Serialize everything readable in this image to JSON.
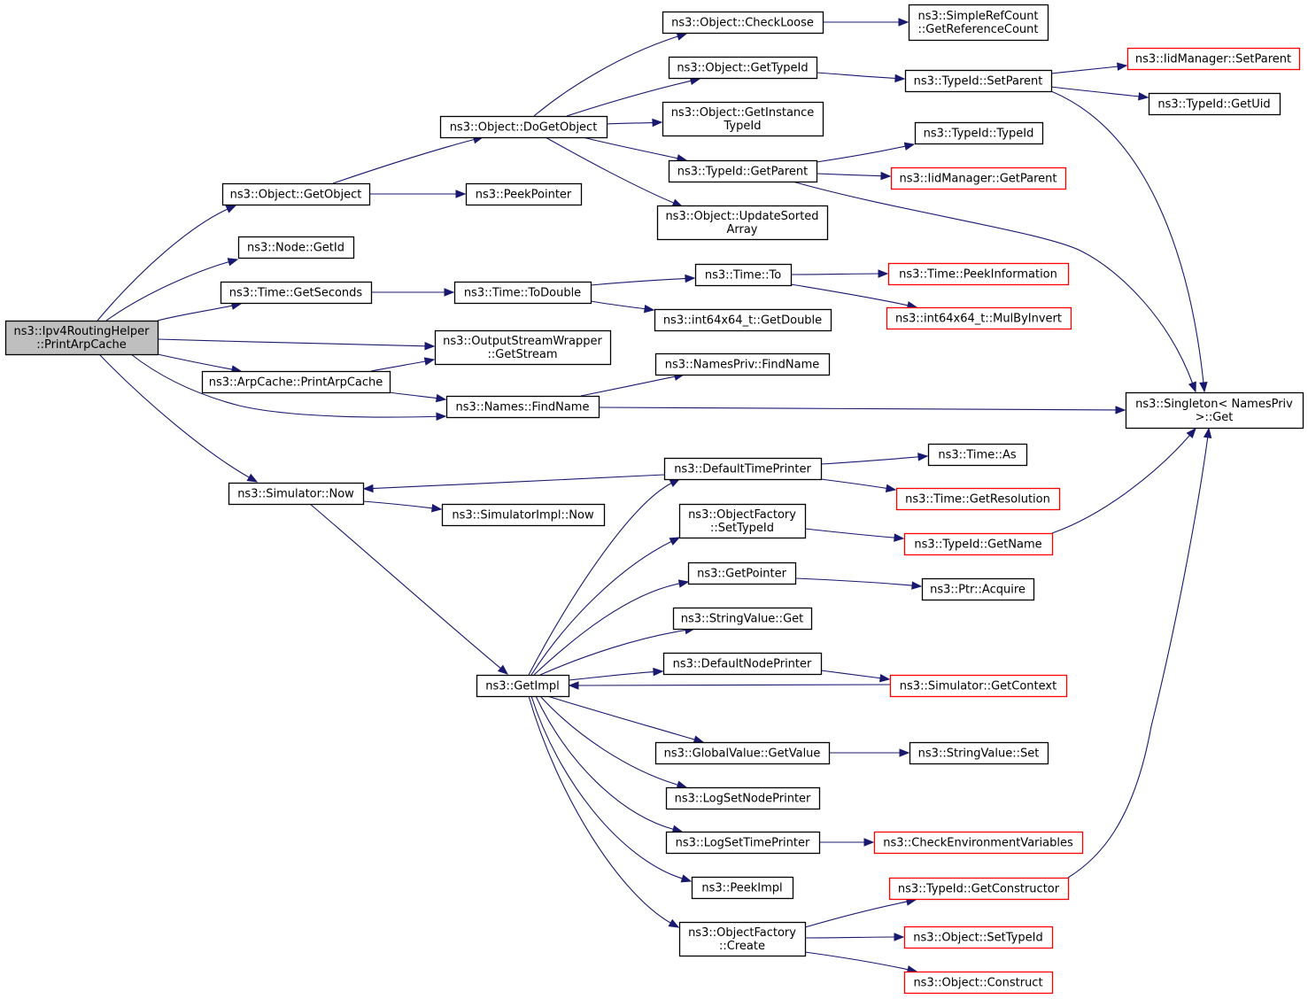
{
  "diagram": {
    "kind": "call-graph",
    "colors": {
      "edge": "#191970",
      "node_border": "#000000",
      "node_border_truncated": "#ff0000",
      "node_fill": "#ffffff",
      "root_fill": "#bfbfbf"
    },
    "nodes": [
      {
        "id": "root",
        "lines": [
          "ns3::Ipv4RoutingHelper",
          "::PrintArpCache"
        ],
        "style": "root"
      },
      {
        "id": "getobject",
        "lines": [
          "ns3::Object::GetObject"
        ],
        "style": "normal"
      },
      {
        "id": "nodegetid",
        "lines": [
          "ns3::Node::GetId"
        ],
        "style": "normal"
      },
      {
        "id": "timegetseconds",
        "lines": [
          "ns3::Time::GetSeconds"
        ],
        "style": "normal"
      },
      {
        "id": "arpcacheprint",
        "lines": [
          "ns3::ArpCache::PrintArpCache"
        ],
        "style": "normal"
      },
      {
        "id": "simnow",
        "lines": [
          "ns3::Simulator::Now"
        ],
        "style": "normal"
      },
      {
        "id": "dogetobject",
        "lines": [
          "ns3::Object::DoGetObject"
        ],
        "style": "normal"
      },
      {
        "id": "peekpointer",
        "lines": [
          "ns3::PeekPointer"
        ],
        "style": "normal"
      },
      {
        "id": "timetodouble",
        "lines": [
          "ns3::Time::ToDouble"
        ],
        "style": "normal"
      },
      {
        "id": "getstream",
        "lines": [
          "ns3::OutputStreamWrapper",
          "::GetStream"
        ],
        "style": "normal"
      },
      {
        "id": "namesfindname",
        "lines": [
          "ns3::Names::FindName"
        ],
        "style": "normal"
      },
      {
        "id": "simimplnow",
        "lines": [
          "ns3::SimulatorImpl::Now"
        ],
        "style": "normal"
      },
      {
        "id": "getimpl",
        "lines": [
          "ns3::GetImpl"
        ],
        "style": "normal"
      },
      {
        "id": "checkloose",
        "lines": [
          "ns3::Object::CheckLoose"
        ],
        "style": "normal"
      },
      {
        "id": "objgettypeid",
        "lines": [
          "ns3::Object::GetTypeId"
        ],
        "style": "normal"
      },
      {
        "id": "getinstancetypeid",
        "lines": [
          "ns3::Object::GetInstance",
          "TypeId"
        ],
        "style": "normal"
      },
      {
        "id": "typeidgetparent",
        "lines": [
          "ns3::TypeId::GetParent"
        ],
        "style": "normal"
      },
      {
        "id": "updatesorted",
        "lines": [
          "ns3::Object::UpdateSorted",
          "Array"
        ],
        "style": "normal"
      },
      {
        "id": "timeto",
        "lines": [
          "ns3::Time::To"
        ],
        "style": "normal"
      },
      {
        "id": "int64getdouble",
        "lines": [
          "ns3::int64x64_t::GetDouble"
        ],
        "style": "normal"
      },
      {
        "id": "namesprivfind",
        "lines": [
          "ns3::NamesPriv::FindName"
        ],
        "style": "normal"
      },
      {
        "id": "defaulttimeprinter",
        "lines": [
          "ns3::DefaultTimePrinter"
        ],
        "style": "normal"
      },
      {
        "id": "ofsettypeid",
        "lines": [
          "ns3::ObjectFactory",
          "::SetTypeId"
        ],
        "style": "normal"
      },
      {
        "id": "getpointer",
        "lines": [
          "ns3::GetPointer"
        ],
        "style": "normal"
      },
      {
        "id": "stringvalueget",
        "lines": [
          "ns3::StringValue::Get"
        ],
        "style": "normal"
      },
      {
        "id": "defaultnodeprinter",
        "lines": [
          "ns3::DefaultNodePrinter"
        ],
        "style": "normal"
      },
      {
        "id": "globalgetvalue",
        "lines": [
          "ns3::GlobalValue::GetValue"
        ],
        "style": "normal"
      },
      {
        "id": "logsetnodeprinter",
        "lines": [
          "ns3::LogSetNodePrinter"
        ],
        "style": "normal"
      },
      {
        "id": "logsettimeprinter",
        "lines": [
          "ns3::LogSetTimePrinter"
        ],
        "style": "normal"
      },
      {
        "id": "peekimpl",
        "lines": [
          "ns3::PeekImpl"
        ],
        "style": "normal"
      },
      {
        "id": "ofcreate",
        "lines": [
          "ns3::ObjectFactory",
          "::Create"
        ],
        "style": "normal"
      },
      {
        "id": "simplerefcount",
        "lines": [
          "ns3::SimpleRefCount",
          "::GetReferenceCount"
        ],
        "style": "normal"
      },
      {
        "id": "typeidsetparent",
        "lines": [
          "ns3::TypeId::SetParent"
        ],
        "style": "normal"
      },
      {
        "id": "typeidtypeid",
        "lines": [
          "ns3::TypeId::TypeId"
        ],
        "style": "normal"
      },
      {
        "id": "iidgetparent",
        "lines": [
          "ns3::IidManager::GetParent"
        ],
        "style": "truncated"
      },
      {
        "id": "peekinformation",
        "lines": [
          "ns3::Time::PeekInformation"
        ],
        "style": "truncated"
      },
      {
        "id": "mulbyinvert",
        "lines": [
          "ns3::int64x64_t::MulByInvert"
        ],
        "style": "truncated"
      },
      {
        "id": "timeas",
        "lines": [
          "ns3::Time::As"
        ],
        "style": "normal"
      },
      {
        "id": "getresolution",
        "lines": [
          "ns3::Time::GetResolution"
        ],
        "style": "truncated"
      },
      {
        "id": "typeidgetname",
        "lines": [
          "ns3::TypeId::GetName"
        ],
        "style": "truncated"
      },
      {
        "id": "ptracquire",
        "lines": [
          "ns3::Ptr::Acquire"
        ],
        "style": "normal"
      },
      {
        "id": "simgetcontext",
        "lines": [
          "ns3::Simulator::GetContext"
        ],
        "style": "truncated"
      },
      {
        "id": "stringvalueset",
        "lines": [
          "ns3::StringValue::Set"
        ],
        "style": "normal"
      },
      {
        "id": "checkenv",
        "lines": [
          "ns3::CheckEnvironmentVariables"
        ],
        "style": "truncated"
      },
      {
        "id": "getconstructor",
        "lines": [
          "ns3::TypeId::GetConstructor"
        ],
        "style": "truncated"
      },
      {
        "id": "objsettypeid",
        "lines": [
          "ns3::Object::SetTypeId"
        ],
        "style": "truncated"
      },
      {
        "id": "objconstruct",
        "lines": [
          "ns3::Object::Construct"
        ],
        "style": "truncated"
      },
      {
        "id": "iidsetparent",
        "lines": [
          "ns3::IidManager::SetParent"
        ],
        "style": "truncated"
      },
      {
        "id": "typeidgetuid",
        "lines": [
          "ns3::TypeId::GetUid"
        ],
        "style": "normal"
      },
      {
        "id": "singletonget",
        "lines": [
          "ns3::Singleton< NamesPriv",
          " >::Get"
        ],
        "style": "normal"
      }
    ],
    "edges": [
      {
        "from": "root",
        "to": "getobject"
      },
      {
        "from": "root",
        "to": "nodegetid"
      },
      {
        "from": "root",
        "to": "timegetseconds"
      },
      {
        "from": "root",
        "to": "getstream"
      },
      {
        "from": "root",
        "to": "arpcacheprint"
      },
      {
        "from": "root",
        "to": "namesfindname"
      },
      {
        "from": "root",
        "to": "simnow"
      },
      {
        "from": "getobject",
        "to": "dogetobject"
      },
      {
        "from": "getobject",
        "to": "peekpointer"
      },
      {
        "from": "dogetobject",
        "to": "checkloose"
      },
      {
        "from": "dogetobject",
        "to": "objgettypeid"
      },
      {
        "from": "dogetobject",
        "to": "getinstancetypeid"
      },
      {
        "from": "dogetobject",
        "to": "typeidgetparent"
      },
      {
        "from": "dogetobject",
        "to": "updatesorted"
      },
      {
        "from": "checkloose",
        "to": "simplerefcount"
      },
      {
        "from": "objgettypeid",
        "to": "typeidsetparent"
      },
      {
        "from": "typeidsetparent",
        "to": "iidsetparent"
      },
      {
        "from": "typeidsetparent",
        "to": "typeidgetuid"
      },
      {
        "from": "typeidsetparent",
        "to": "singletonget"
      },
      {
        "from": "typeidgetparent",
        "to": "typeidtypeid"
      },
      {
        "from": "typeidgetparent",
        "to": "iidgetparent"
      },
      {
        "from": "typeidgetparent",
        "to": "singletonget"
      },
      {
        "from": "timegetseconds",
        "to": "timetodouble"
      },
      {
        "from": "timetodouble",
        "to": "timeto"
      },
      {
        "from": "timetodouble",
        "to": "int64getdouble"
      },
      {
        "from": "timeto",
        "to": "peekinformation"
      },
      {
        "from": "timeto",
        "to": "mulbyinvert"
      },
      {
        "from": "arpcacheprint",
        "to": "getstream"
      },
      {
        "from": "arpcacheprint",
        "to": "namesfindname"
      },
      {
        "from": "namesfindname",
        "to": "namesprivfind"
      },
      {
        "from": "namesfindname",
        "to": "singletonget"
      },
      {
        "from": "simnow",
        "to": "simimplnow"
      },
      {
        "from": "simnow",
        "to": "getimpl"
      },
      {
        "from": "defaulttimeprinter",
        "to": "simnow"
      },
      {
        "from": "defaulttimeprinter",
        "to": "timeas"
      },
      {
        "from": "defaulttimeprinter",
        "to": "getresolution"
      },
      {
        "from": "getimpl",
        "to": "defaulttimeprinter"
      },
      {
        "from": "getimpl",
        "to": "ofsettypeid"
      },
      {
        "from": "getimpl",
        "to": "getpointer"
      },
      {
        "from": "getimpl",
        "to": "stringvalueget"
      },
      {
        "from": "getimpl",
        "to": "defaultnodeprinter"
      },
      {
        "from": "getimpl",
        "to": "globalgetvalue"
      },
      {
        "from": "getimpl",
        "to": "logsetnodeprinter"
      },
      {
        "from": "getimpl",
        "to": "logsettimeprinter"
      },
      {
        "from": "getimpl",
        "to": "peekimpl"
      },
      {
        "from": "getimpl",
        "to": "ofcreate"
      },
      {
        "from": "ofsettypeid",
        "to": "typeidgetname"
      },
      {
        "from": "typeidgetname",
        "to": "singletonget"
      },
      {
        "from": "getpointer",
        "to": "ptracquire"
      },
      {
        "from": "defaultnodeprinter",
        "to": "simgetcontext"
      },
      {
        "from": "simgetcontext",
        "to": "getimpl"
      },
      {
        "from": "globalgetvalue",
        "to": "stringvalueset"
      },
      {
        "from": "logsettimeprinter",
        "to": "checkenv"
      },
      {
        "from": "ofcreate",
        "to": "getconstructor"
      },
      {
        "from": "ofcreate",
        "to": "objsettypeid"
      },
      {
        "from": "ofcreate",
        "to": "objconstruct"
      },
      {
        "from": "getconstructor",
        "to": "singletonget"
      }
    ]
  }
}
